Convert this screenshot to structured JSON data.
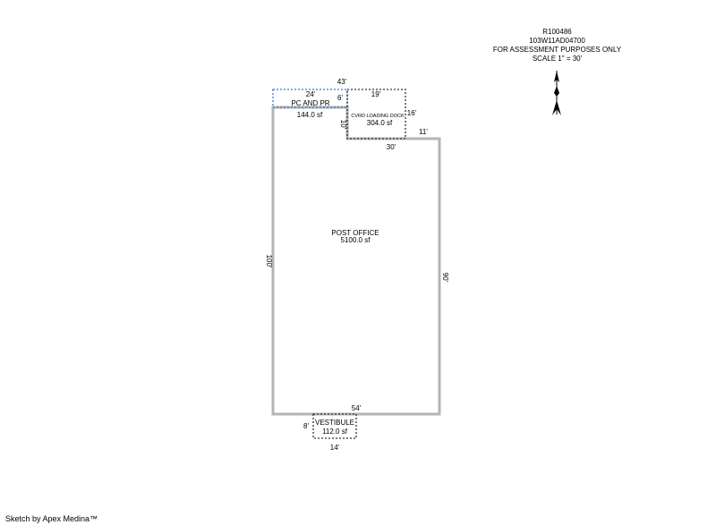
{
  "header": {
    "parcel_number": "R100486",
    "map_number": "103W11AD04700",
    "purpose": "FOR ASSESSMENT PURPOSES ONLY",
    "scale": "SCALE 1\" = 30'"
  },
  "areas": {
    "pc_and_pr": {
      "label": "PC AND PR",
      "area": "144.0 sf"
    },
    "loading_dock": {
      "label": "CVRD LOADING DOCK",
      "area": "304.0 sf"
    },
    "post_office": {
      "label": "POST OFFICE",
      "area": "5100.0 sf"
    },
    "vestibule": {
      "label": "VESTIBULE",
      "area": "112.0 sf"
    }
  },
  "dimensions": {
    "top_total": "43'",
    "pc_width": "24'",
    "pc_height": "6'",
    "dock_width": "19'",
    "dock_height_right": "16'",
    "dock_height_left": "10'",
    "ledge": "11'",
    "dock_bottom": "30'",
    "left_side": "100'",
    "right_side": "90'",
    "bottom": "54'",
    "vestibule_height": "8'",
    "vestibule_width": "14'"
  },
  "colors": {
    "post_office_outline": "#b4b4b4",
    "pc_outline": "#3c78c8",
    "dock_outline": "#333333",
    "vestibule_outline": "#333333"
  },
  "footer": {
    "credit": "Sketch by Apex Medina™"
  }
}
